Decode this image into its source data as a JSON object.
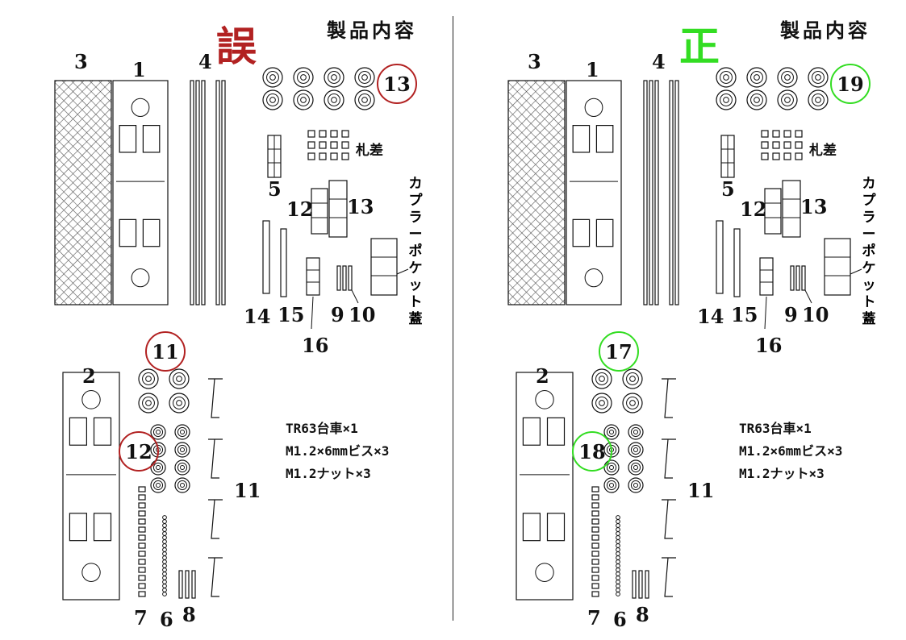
{
  "colors": {
    "wrong": "#b22222",
    "correct": "#33dd22",
    "ink": "#111111"
  },
  "panels": [
    {
      "verdict": "誤",
      "title": "製品内容",
      "labels": {
        "p1": "1",
        "p2": "2",
        "p3": "3",
        "p4": "4",
        "p5": "5",
        "p6": "6",
        "p7": "7",
        "p8": "8",
        "p9": "9",
        "p10": "10",
        "p11": "11",
        "p12": "12",
        "p13": "13",
        "p14": "14",
        "p15": "15",
        "p16": "16"
      },
      "circles": {
        "top": "13",
        "mid": "11",
        "low": "12"
      },
      "fuda": "札差",
      "coupler": "カプラーポケット蓋",
      "specs": [
        "TR63台車×1",
        "M1.2×6mmビス×3",
        "M1.2ナット×3"
      ]
    },
    {
      "verdict": "正",
      "title": "製品内容",
      "labels": {
        "p1": "1",
        "p2": "2",
        "p3": "3",
        "p4": "4",
        "p5": "5",
        "p6": "6",
        "p7": "7",
        "p8": "8",
        "p9": "9",
        "p10": "10",
        "p11": "11",
        "p12": "12",
        "p13": "13",
        "p14": "14",
        "p15": "15",
        "p16": "16"
      },
      "circles": {
        "top": "19",
        "mid": "17",
        "low": "18"
      },
      "fuda": "札差",
      "coupler": "カプラーポケット蓋",
      "specs": [
        "TR63台車×1",
        "M1.2×6mmビス×3",
        "M1.2ナット×3"
      ]
    }
  ]
}
